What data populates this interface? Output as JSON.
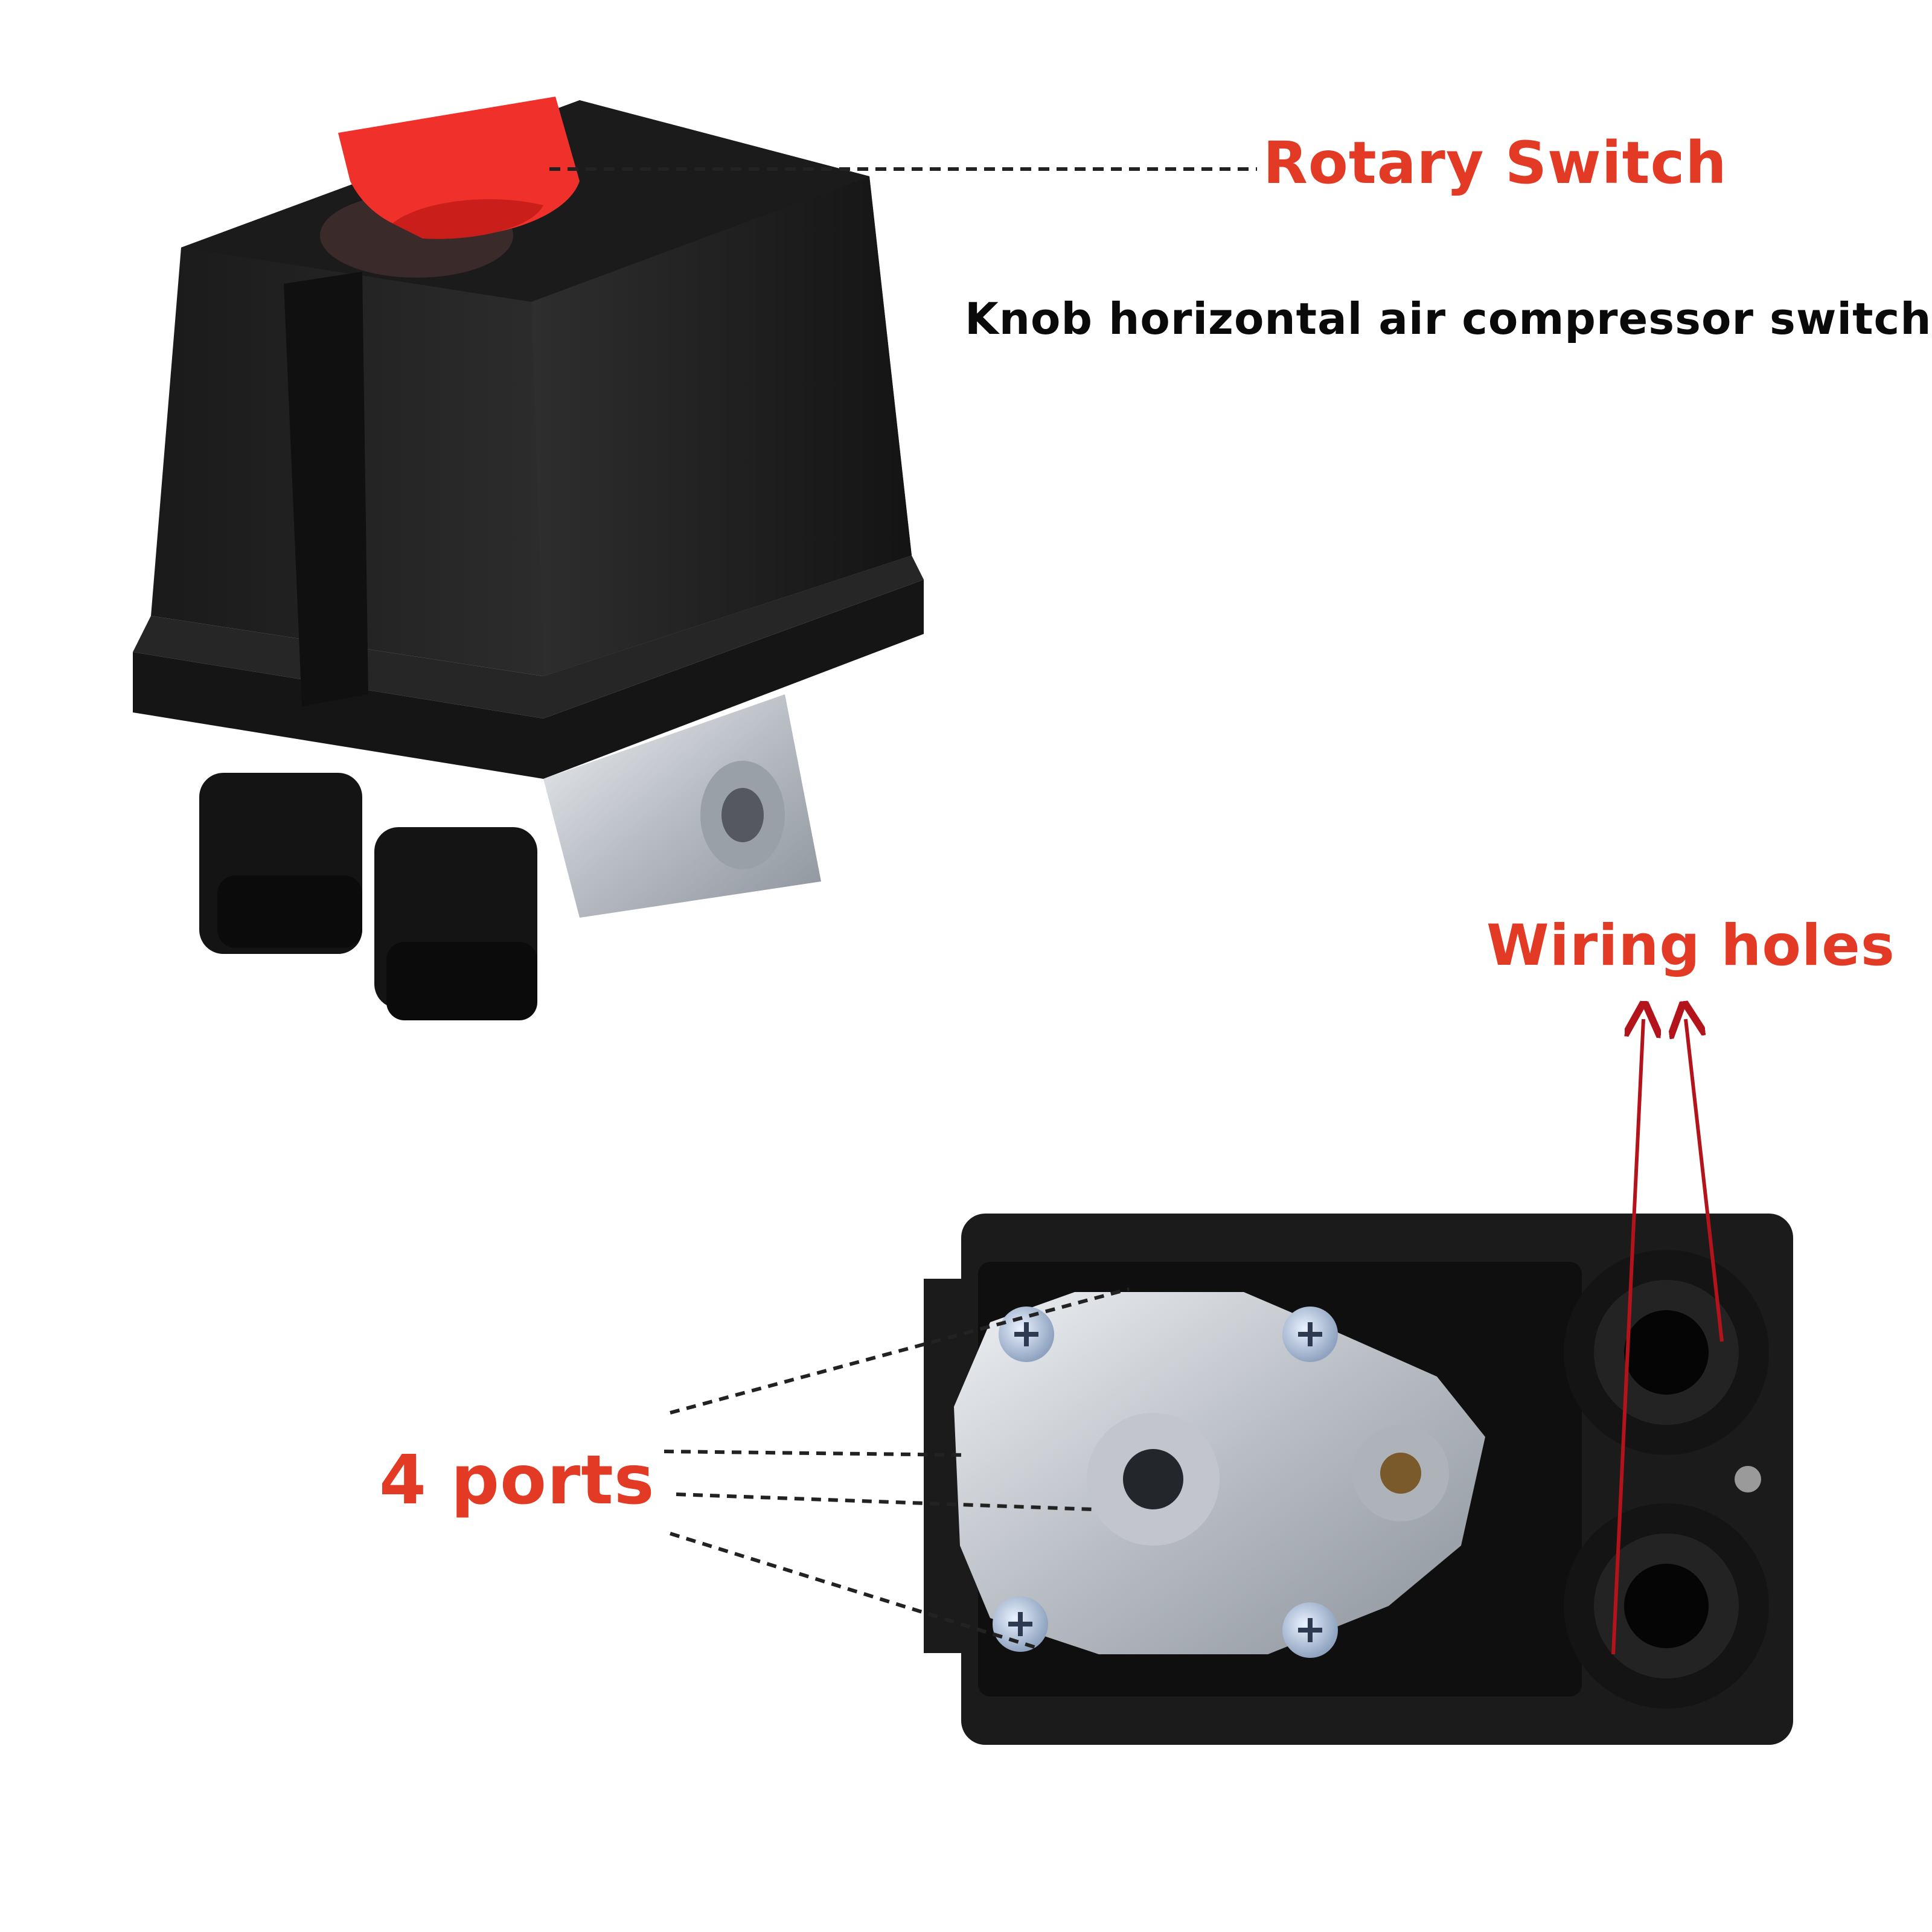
{
  "labels": {
    "rotary_switch": "Rotary Switch",
    "subtitle": "Knob horizontal air compressor switch",
    "wiring_holes": "Wiring holes",
    "ports": "4 ports"
  },
  "colors": {
    "callout_red": "#e23a24",
    "subtitle_black": "#0a0a0a",
    "housing_black": "#1e1e1e",
    "knob_red": "#f0302a",
    "aluminum": "#c9cdd2",
    "arrow_red": "#b3141b"
  },
  "icons": {
    "screw": "phillips-screw-icon",
    "arrow": "arrow-up-icon"
  }
}
